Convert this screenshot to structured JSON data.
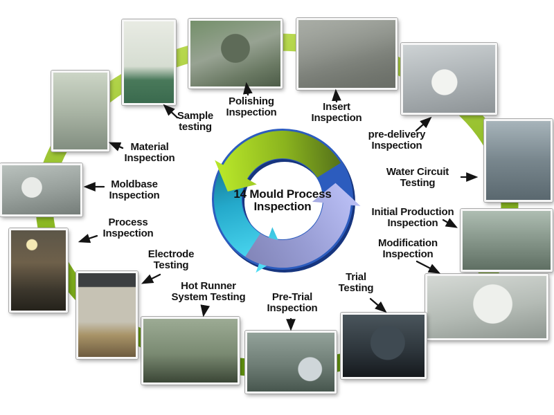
{
  "diagram": {
    "title": "14 Mould Process Inspection",
    "center_label": "14 Mould Process Inspection",
    "stations": [
      {
        "id": "sample-testing",
        "label": "Sample testing",
        "photo_scene": "worker beside CMM measuring machine"
      },
      {
        "id": "polishing-inspection",
        "label": "Polishing Inspection",
        "photo_scene": "worker polishing a mould part"
      },
      {
        "id": "insert-inspection",
        "label": "Insert Inspection",
        "photo_scene": "hands checking a mould insert"
      },
      {
        "id": "pre-delivery-inspection",
        "label": "pre-delivery Inspection",
        "photo_scene": "writing checklist on mould plate"
      },
      {
        "id": "water-circuit-testing",
        "label": "Water Circuit Testing",
        "photo_scene": "worker testing mould water circuit"
      },
      {
        "id": "initial-production-inspection",
        "label": "Initial Production Inspection",
        "photo_scene": "worker inspecting mould rails on shop floor"
      },
      {
        "id": "modification-inspection",
        "label": "Modification Inspection",
        "photo_scene": "marking up white part on workbench"
      },
      {
        "id": "trial-testing",
        "label": "Trial Testing",
        "photo_scene": "technician at injection moulding machine"
      },
      {
        "id": "pre-trial-inspection",
        "label": "Pre-Trial Inspection",
        "photo_scene": "technician with laptop beside mould"
      },
      {
        "id": "hot-runner-system-testing",
        "label": "Hot Runner System Testing",
        "photo_scene": "workers testing hot runner system"
      },
      {
        "id": "electrode-testing",
        "label": "Electrode Testing",
        "photo_scene": "electrode head over copper block"
      },
      {
        "id": "process-inspection",
        "label": "Process Inspection",
        "photo_scene": "machinist checking part in dark workshop"
      },
      {
        "id": "moldbase-inspection",
        "label": "Moldbase Inspection",
        "photo_scene": "hands with paper against moldbase"
      },
      {
        "id": "material-inspection",
        "label": "Material Inspection",
        "photo_scene": "worker at hardness testing machine"
      }
    ],
    "colors": {
      "band_green_light": "#b9d947",
      "band_green_dark": "#649510",
      "cycle_ring_blue": "#2c5cbe",
      "cycle_arrow_green": "#b7e529",
      "cycle_arrow_teal": "#4fdcf4",
      "cycle_arrow_purple": "#b7bcf2",
      "label_text": "#141414",
      "background": "#ffffff"
    }
  }
}
